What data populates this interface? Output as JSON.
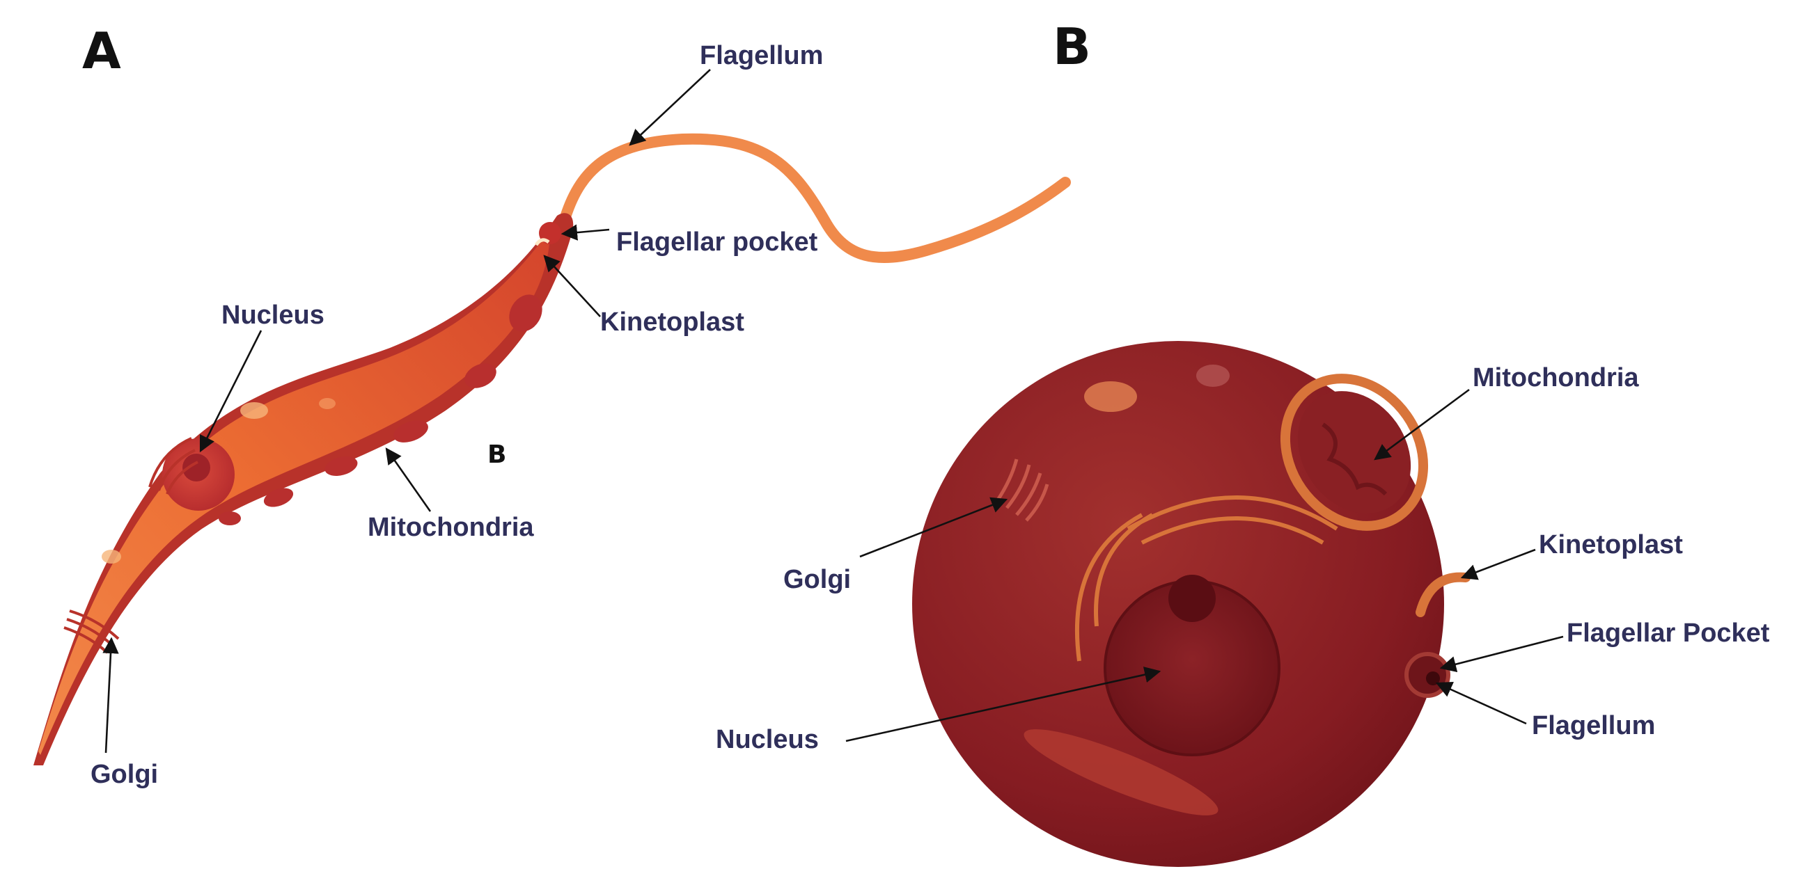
{
  "panels": [
    {
      "letter": "A",
      "labels": {
        "flagellum": "Flagellum",
        "flagellar_pocket": "Flagellar pocket",
        "kinetoplast": "Kinetoplast",
        "nucleus": "Nucleus",
        "mitochondria": "Mitochondria",
        "golgi": "Golgi",
        "stray_letter": "B"
      }
    },
    {
      "letter": "B",
      "labels": {
        "mitochondria": "Mitochondria",
        "golgi": "Golgi",
        "kinetoplast": "Kinetoplast",
        "flagellar_pocket": "Flagellar Pocket",
        "nucleus": "Nucleus",
        "flagellum": "Flagellum"
      }
    }
  ],
  "colors": {
    "label_text": "#2f2f5a",
    "arrow": "#111111",
    "trypomastigote_body": "#e8652b",
    "trypomastigote_edge": "#b8322a",
    "flagellum": "#f08a4b",
    "amastigote_body": "#8a1e22",
    "amastigote_highlight": "#b84a42",
    "organelle_orange": "#d8743a"
  }
}
